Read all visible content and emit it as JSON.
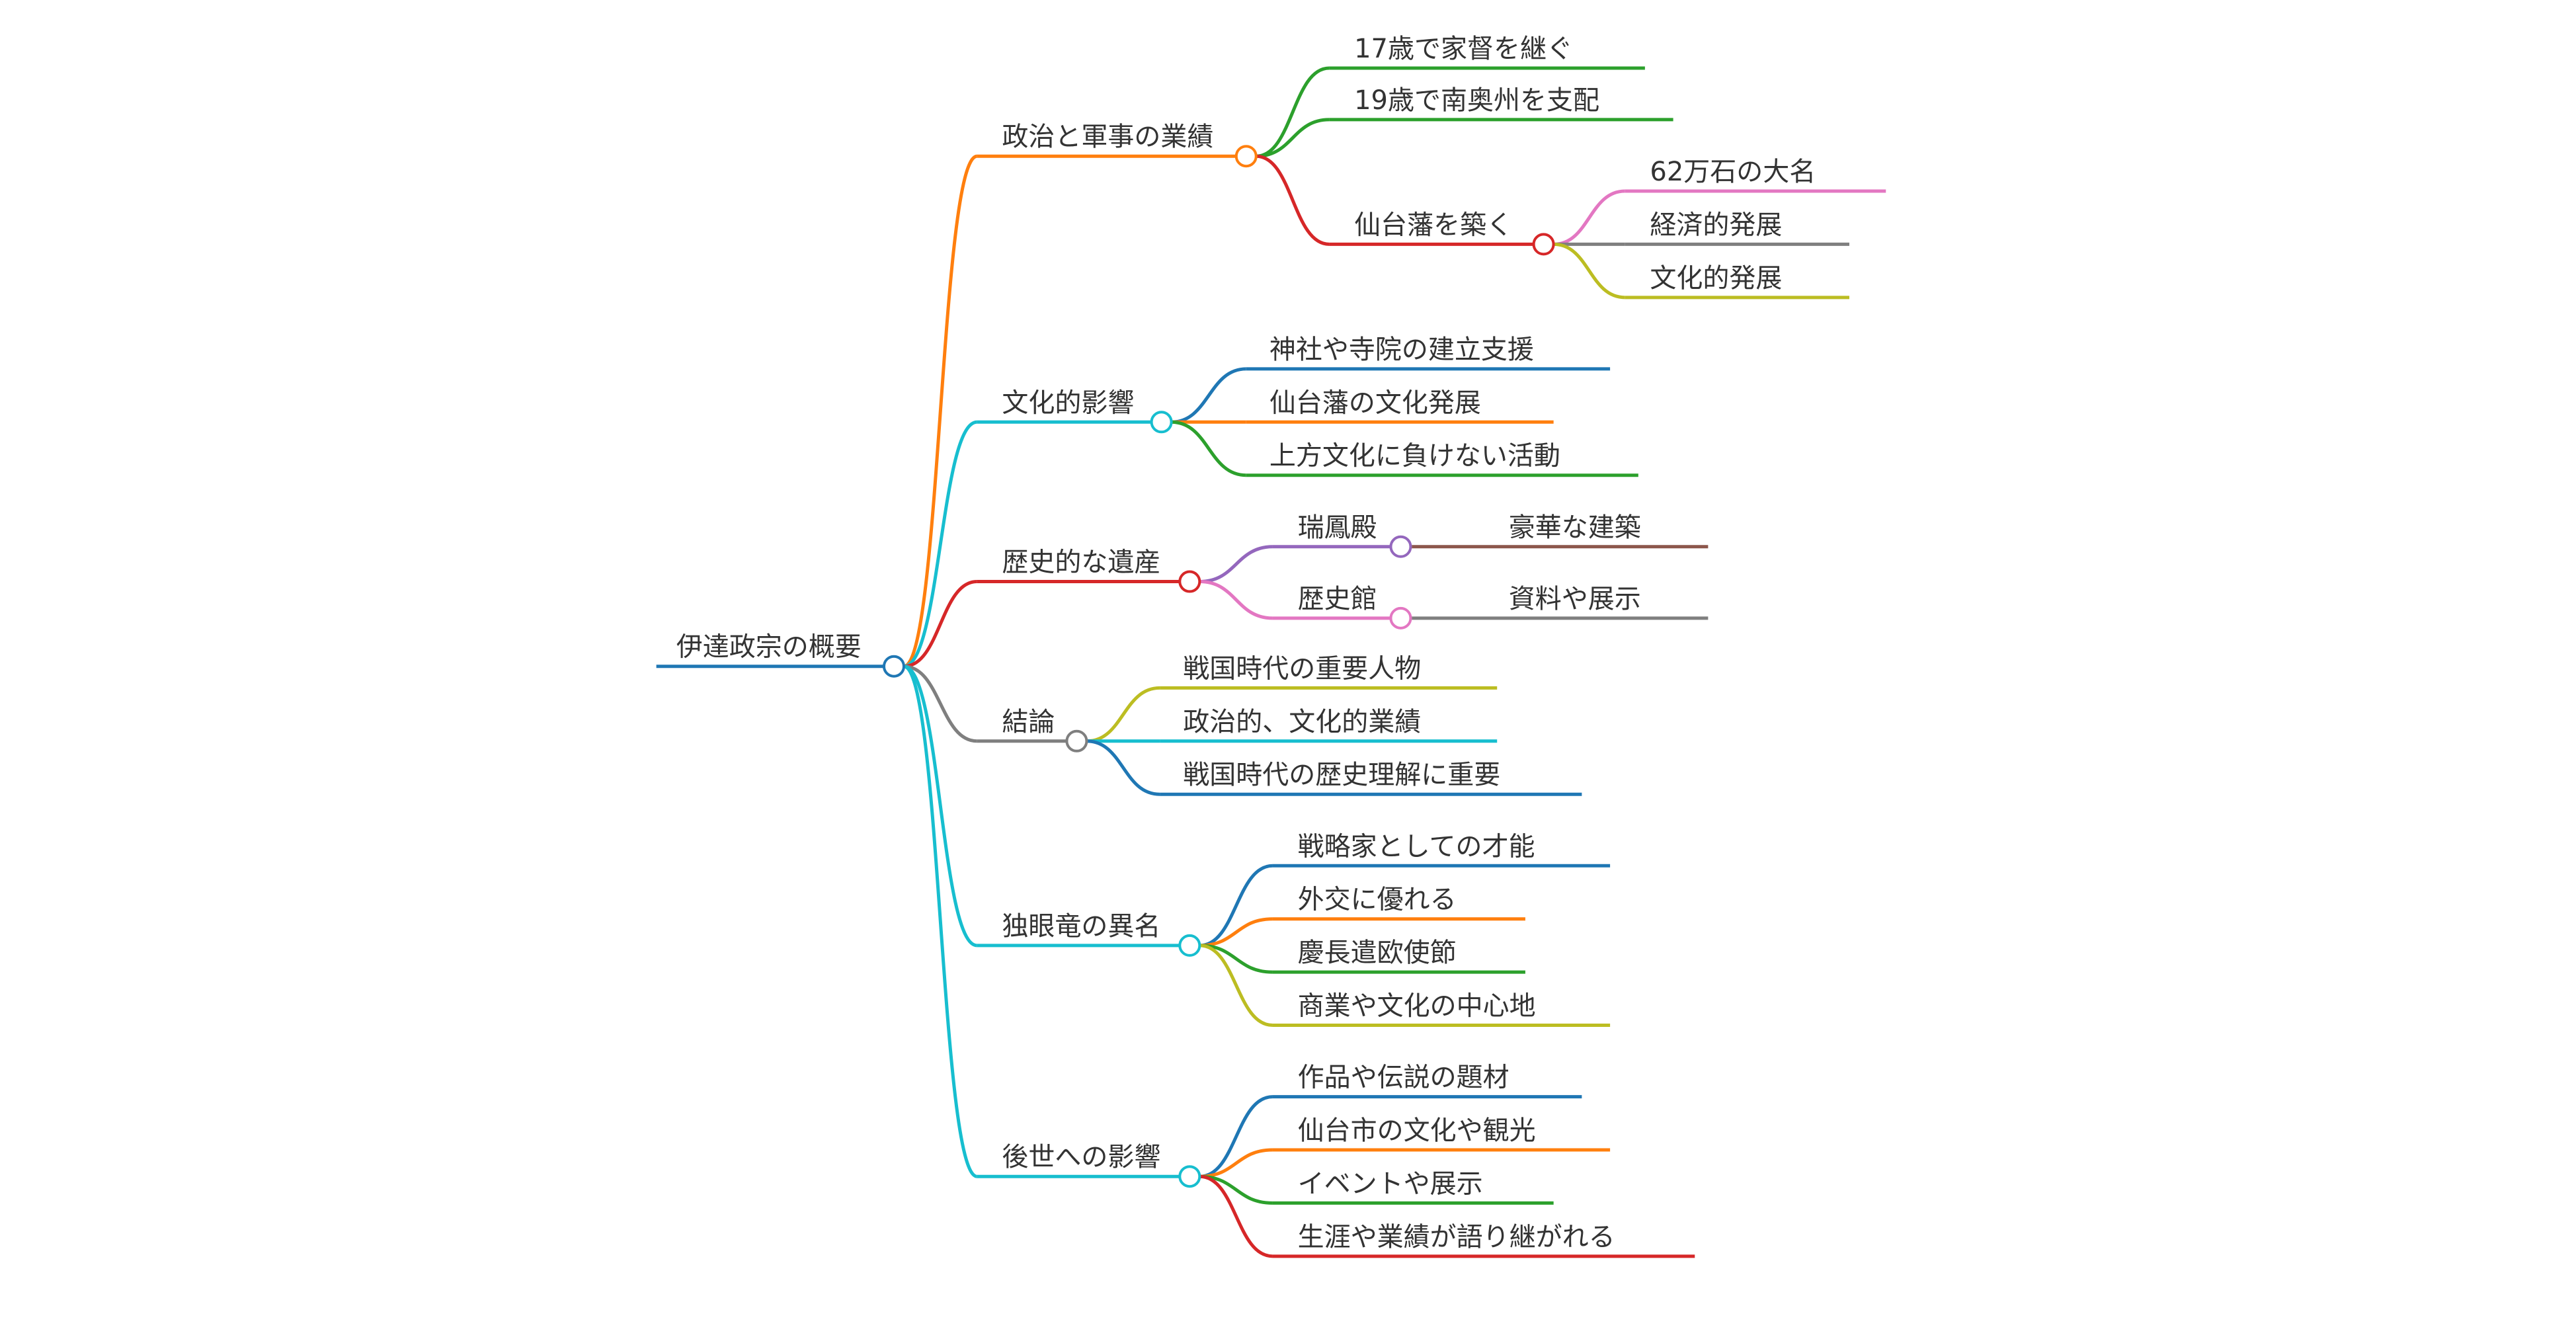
{
  "mindmap": {
    "root": {
      "label": "伊達政宗の概要",
      "color": "#1f77b4",
      "children": [
        {
          "label": "政治と軍事の業績",
          "color": "#ff7f0e",
          "children": [
            {
              "label": "17歳で家督を継ぐ",
              "color": "#2ca02c"
            },
            {
              "label": "19歳で南奥州を支配",
              "color": "#2ca02c"
            },
            {
              "label": "仙台藩を築く",
              "color": "#d62728",
              "children": [
                {
                  "label": "62万石の大名",
                  "color": "#e377c2"
                },
                {
                  "label": "経済的発展",
                  "color": "#7f7f7f"
                },
                {
                  "label": "文化的発展",
                  "color": "#bcbd22"
                }
              ]
            }
          ]
        },
        {
          "label": "文化的影響",
          "color": "#17becf",
          "children": [
            {
              "label": "神社や寺院の建立支援",
              "color": "#1f77b4"
            },
            {
              "label": "仙台藩の文化発展",
              "color": "#ff7f0e"
            },
            {
              "label": "上方文化に負けない活動",
              "color": "#2ca02c"
            }
          ]
        },
        {
          "label": "歴史的な遺産",
          "color": "#d62728",
          "children": [
            {
              "label": "瑞鳳殿",
              "color": "#9467bd",
              "children": [
                {
                  "label": "豪華な建築",
                  "color": "#8c564b"
                }
              ]
            },
            {
              "label": "歴史館",
              "color": "#e377c2",
              "children": [
                {
                  "label": "資料や展示",
                  "color": "#7f7f7f"
                }
              ]
            }
          ]
        },
        {
          "label": "結論",
          "color": "#7f7f7f",
          "children": [
            {
              "label": "戦国時代の重要人物",
              "color": "#bcbd22"
            },
            {
              "label": "政治的、文化的業績",
              "color": "#17becf"
            },
            {
              "label": "戦国時代の歴史理解に重要",
              "color": "#1f77b4"
            }
          ]
        },
        {
          "label": "独眼竜の異名",
          "color": "#17becf",
          "children": [
            {
              "label": "戦略家としての才能",
              "color": "#1f77b4"
            },
            {
              "label": "外交に優れる",
              "color": "#ff7f0e"
            },
            {
              "label": "慶長遣欧使節",
              "color": "#2ca02c"
            },
            {
              "label": "商業や文化の中心地",
              "color": "#bcbd22"
            }
          ]
        },
        {
          "label": "後世への影響",
          "color": "#17becf",
          "children": [
            {
              "label": "作品や伝説の題材",
              "color": "#1f77b4"
            },
            {
              "label": "仙台市の文化や観光",
              "color": "#ff7f0e"
            },
            {
              "label": "イベントや展示",
              "color": "#2ca02c"
            },
            {
              "label": "生涯や業績が語り継がれる",
              "color": "#d62728"
            }
          ]
        }
      ]
    }
  }
}
